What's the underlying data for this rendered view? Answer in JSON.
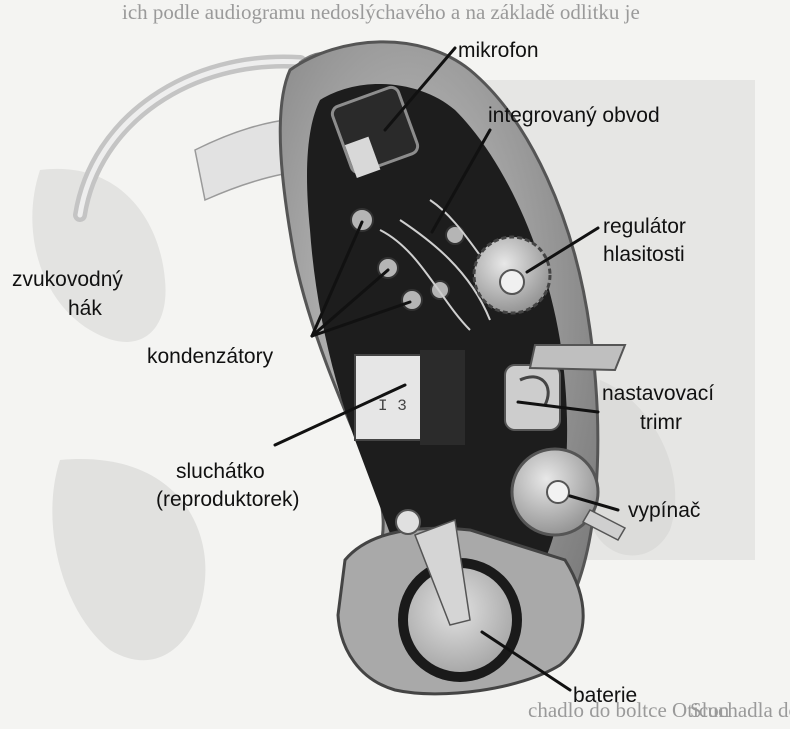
{
  "background_text": {
    "top_line": "ich podle audiogramu nedoslýchavého a na základě odlitku je",
    "bottom_left": "chadlo do boltce Oticon",
    "bottom_right": "Sluchadla do b"
  },
  "labels": {
    "mikrofon": "mikrofon",
    "integrovany_obvod": "integrovaný obvod",
    "regulator_line1": "regulátor",
    "regulator_line2": "hlasitosti",
    "zvukovodny_line1": "zvukovodný",
    "zvukovodny_line2": "hák",
    "kondenzatory": "kondenzátory",
    "nastavovaci_line1": "nastavovací",
    "nastavovaci_line2": "trimr",
    "sluchatko_line1": "sluchátko",
    "sluchatko_line2": "(reproduktorek)",
    "vypinac": "vypínač",
    "baterie": "baterie"
  },
  "colors": {
    "page_background": "#f4f4f2",
    "device_shell": "#8a8a8a",
    "device_dark": "#1c1c1c",
    "label_text": "#111111",
    "leader_line": "#111111"
  }
}
